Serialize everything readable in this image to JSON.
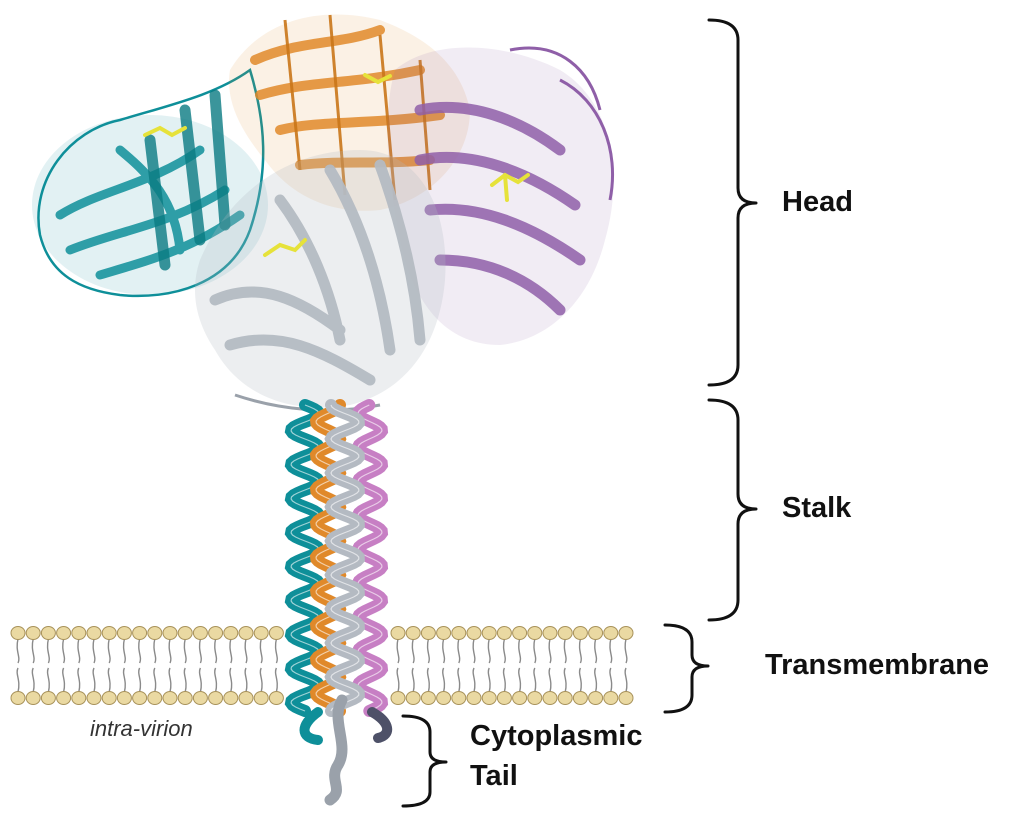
{
  "labels": {
    "head": "Head",
    "stalk": "Stalk",
    "transmembrane": "Transmembrane",
    "cytoplasmic_line1": "Cytoplasmic",
    "cytoplasmic_line2": "Tail",
    "intra_virion": "intra-virion"
  },
  "colors": {
    "teal": "#0e8f99",
    "orange": "#e0892a",
    "gray": "#b4bac2",
    "purple": "#8f5fa8",
    "pink": "#c77fc4",
    "ligand": "#e6e23a",
    "lipid_head": "#ead9a2",
    "lipid_stroke": "#a8925a",
    "bracket": "#111111",
    "dark_tail": "#4e5168"
  },
  "icons": {
    "protein": "neuraminidase-tetramer-ribbon",
    "membrane": "lipid-bilayer",
    "ligand": "bound-ligand-sticks"
  }
}
